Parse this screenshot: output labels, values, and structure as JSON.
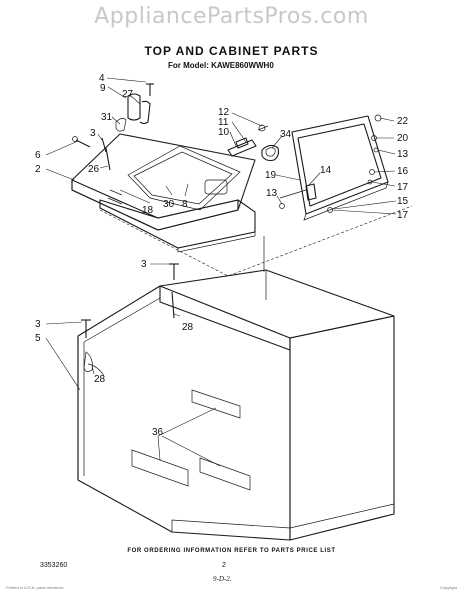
{
  "watermark": "AppliancePartsPros.com",
  "title": "TOP AND CABINET PARTS",
  "model_line": "For Model: KAWE860WWH0",
  "order_note": "FOR ORDERING INFORMATION REFER TO PARTS PRICE LIST",
  "doc_number": "3353260",
  "page_number": "2",
  "date_code": "9-D-2.",
  "fine_print_left": "Printed in U.S.A. parts reference",
  "fine_print_right": "Copyright",
  "callouts": {
    "c4": "4",
    "c9": "9",
    "c27": "27",
    "c31": "31",
    "c3a": "3",
    "c6": "6",
    "c26": "26",
    "c2": "2",
    "c18": "18",
    "c30": "30",
    "c8": "8",
    "c12": "12",
    "c11": "11",
    "c10": "10",
    "c34": "34",
    "c22": "22",
    "c20": "20",
    "c13a": "13",
    "c16": "16",
    "c14": "14",
    "c19": "19",
    "c13b": "13",
    "c17a": "17",
    "c15": "15",
    "c17b": "17",
    "c3b": "3",
    "c28a": "28",
    "c3c": "3",
    "c5": "5",
    "c28b": "28",
    "c36": "36"
  }
}
